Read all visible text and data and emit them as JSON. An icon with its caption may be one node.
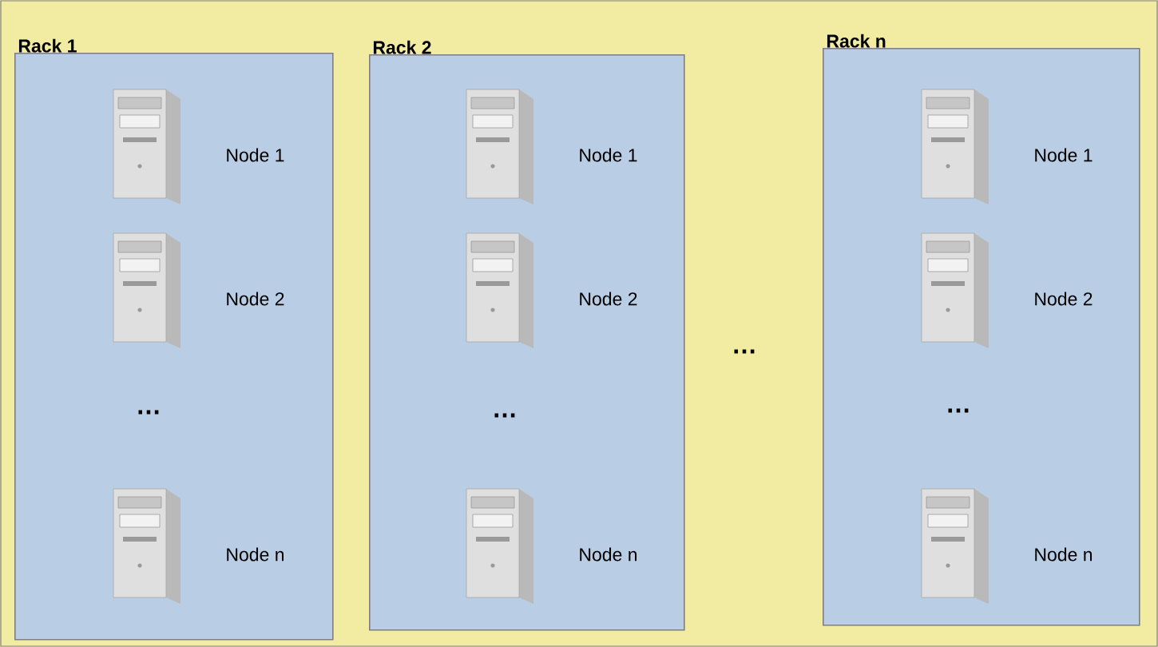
{
  "diagram": {
    "nodes": [
      {
        "text": [
          "Rack 1"
        ]
      },
      {
        "text": [
          "Node 1"
        ],
        "in": 0
      },
      {
        "text": [
          "Node 2"
        ],
        "in": 0
      },
      {
        "text": [
          "Node n"
        ],
        "in": 0
      },
      {
        "text": [
          "Rack 2"
        ]
      },
      {
        "text": [
          "Node 1"
        ],
        "in": 4
      },
      {
        "text": [
          "Node 2"
        ],
        "in": 4
      },
      {
        "text": [
          "Node n"
        ],
        "in": 4
      },
      {
        "text": [
          "Rack n"
        ]
      },
      {
        "text": [
          "Node 1"
        ],
        "in": 8
      },
      {
        "text": [
          "Node 2"
        ],
        "in": 8
      },
      {
        "text": [
          "Node n"
        ],
        "in": 8
      }
    ],
    "labels": [
      "…",
      "…",
      "…",
      "…"
    ]
  }
}
